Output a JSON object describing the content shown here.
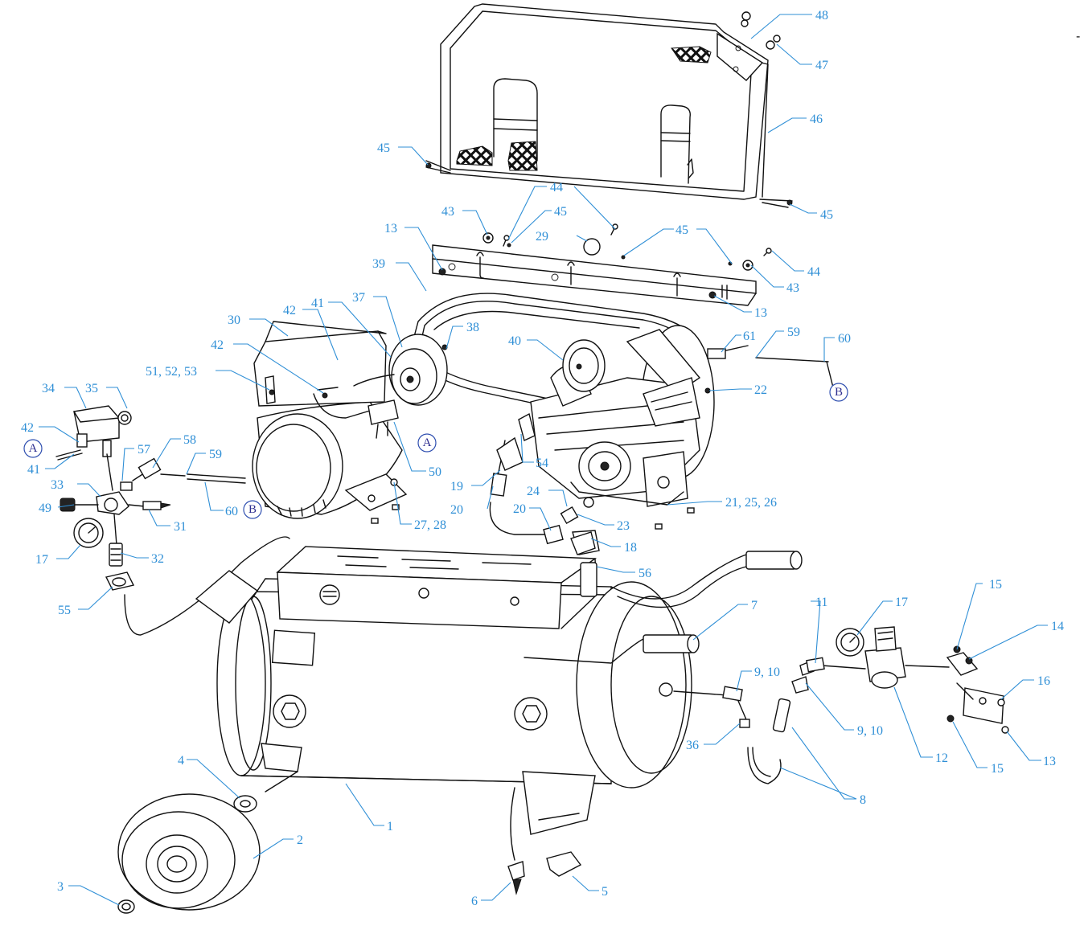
{
  "callouts": [
    {
      "id": "c48",
      "text": "48"
    },
    {
      "id": "c47",
      "text": "47"
    },
    {
      "id": "c46",
      "text": "46"
    },
    {
      "id": "c45a",
      "text": "45"
    },
    {
      "id": "c45b",
      "text": "45"
    },
    {
      "id": "c44a",
      "text": "44"
    },
    {
      "id": "c43a",
      "text": "43"
    },
    {
      "id": "c45c",
      "text": "45"
    },
    {
      "id": "c29",
      "text": "29"
    },
    {
      "id": "c45d",
      "text": "45"
    },
    {
      "id": "c13a",
      "text": "13"
    },
    {
      "id": "c44b",
      "text": "44"
    },
    {
      "id": "c43b",
      "text": "43"
    },
    {
      "id": "c13b",
      "text": "13"
    },
    {
      "id": "c39",
      "text": "39"
    },
    {
      "id": "c30",
      "text": "30"
    },
    {
      "id": "c42a",
      "text": "42"
    },
    {
      "id": "c41a",
      "text": "41"
    },
    {
      "id": "c37",
      "text": "37"
    },
    {
      "id": "c38",
      "text": "38"
    },
    {
      "id": "c40",
      "text": "40"
    },
    {
      "id": "c61",
      "text": "61"
    },
    {
      "id": "c59a",
      "text": "59"
    },
    {
      "id": "c60a",
      "text": "60"
    },
    {
      "id": "c42b",
      "text": "42"
    },
    {
      "id": "c515253",
      "text": "51, 52, 53"
    },
    {
      "id": "c22",
      "text": "22"
    },
    {
      "id": "c34",
      "text": "34"
    },
    {
      "id": "c35",
      "text": "35"
    },
    {
      "id": "c42c",
      "text": "42"
    },
    {
      "id": "c41b",
      "text": "41"
    },
    {
      "id": "c58",
      "text": "58"
    },
    {
      "id": "c57",
      "text": "57"
    },
    {
      "id": "c59b",
      "text": "59"
    },
    {
      "id": "c54",
      "text": "54"
    },
    {
      "id": "c50",
      "text": "50"
    },
    {
      "id": "c19",
      "text": "19"
    },
    {
      "id": "c33",
      "text": "33"
    },
    {
      "id": "c60b",
      "text": "60"
    },
    {
      "id": "c20a",
      "text": "20"
    },
    {
      "id": "c24",
      "text": "24"
    },
    {
      "id": "c212526",
      "text": "21, 25, 26"
    },
    {
      "id": "c49",
      "text": "49"
    },
    {
      "id": "c31",
      "text": "31"
    },
    {
      "id": "c2728",
      "text": "27, 28"
    },
    {
      "id": "c20b",
      "text": "20"
    },
    {
      "id": "c23",
      "text": "23"
    },
    {
      "id": "c17a",
      "text": "17"
    },
    {
      "id": "c32",
      "text": "32"
    },
    {
      "id": "c18",
      "text": "18"
    },
    {
      "id": "c56",
      "text": "56"
    },
    {
      "id": "c55",
      "text": "55"
    },
    {
      "id": "c15a",
      "text": "15"
    },
    {
      "id": "c11",
      "text": "11"
    },
    {
      "id": "c17b",
      "text": "17"
    },
    {
      "id": "c7",
      "text": "7"
    },
    {
      "id": "c14",
      "text": "14"
    },
    {
      "id": "c910a",
      "text": "9, 10"
    },
    {
      "id": "c16",
      "text": "16"
    },
    {
      "id": "c910b",
      "text": "9, 10"
    },
    {
      "id": "c36",
      "text": "36"
    },
    {
      "id": "c12",
      "text": "12"
    },
    {
      "id": "c15b",
      "text": "15"
    },
    {
      "id": "c13c",
      "text": "13"
    },
    {
      "id": "c4",
      "text": "4"
    },
    {
      "id": "c8",
      "text": "8"
    },
    {
      "id": "c1",
      "text": "1"
    },
    {
      "id": "c2",
      "text": "2"
    },
    {
      "id": "c3",
      "text": "3"
    },
    {
      "id": "c6",
      "text": "6"
    },
    {
      "id": "c5",
      "text": "5"
    }
  ],
  "connectors": [
    {
      "id": "conA1",
      "text": "A"
    },
    {
      "id": "conA2",
      "text": "A"
    },
    {
      "id": "conB1",
      "text": "B"
    },
    {
      "id": "conB2",
      "text": "B"
    }
  ],
  "marks": {
    "top_right_dash": "-"
  },
  "colors": {
    "callout": "#2f8fd6",
    "connector": "#2f2f90",
    "linework": "#111111"
  }
}
